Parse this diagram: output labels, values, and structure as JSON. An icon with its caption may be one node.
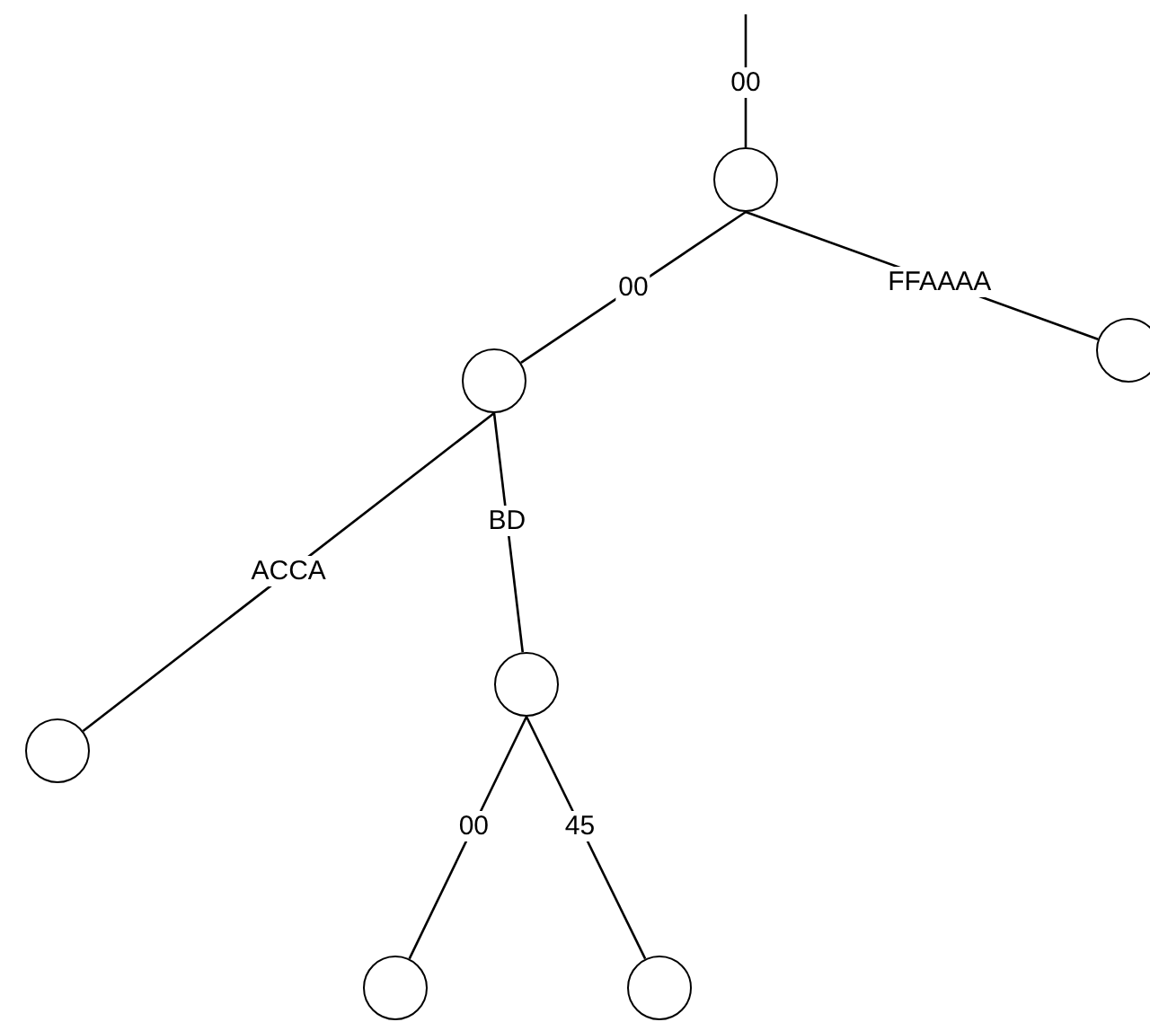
{
  "diagram": {
    "nodes": [
      {
        "text": [],
        "shape": "circle"
      },
      {
        "text": [],
        "shape": "circle"
      },
      {
        "text": [],
        "shape": "circle"
      },
      {
        "text": [],
        "shape": "circle"
      },
      {
        "text": [],
        "shape": "circle"
      },
      {
        "text": [],
        "shape": "circle"
      },
      {
        "text": [],
        "shape": "circle"
      }
    ],
    "edges": [
      {
        "from": null,
        "to": 0,
        "arrow": "none",
        "label": "00"
      },
      {
        "from": 0,
        "to": 2,
        "arrow": "none",
        "label": "00"
      },
      {
        "from": 0,
        "to": 1,
        "arrow": "none",
        "label": "FFAAAA"
      },
      {
        "from": 2,
        "to": 3,
        "arrow": "none",
        "label": "ACCA"
      },
      {
        "from": 2,
        "to": 4,
        "arrow": "none",
        "label": "BD"
      },
      {
        "from": 4,
        "to": 5,
        "arrow": "none",
        "label": "00"
      },
      {
        "from": 4,
        "to": 6,
        "arrow": "none",
        "label": "45"
      }
    ]
  }
}
